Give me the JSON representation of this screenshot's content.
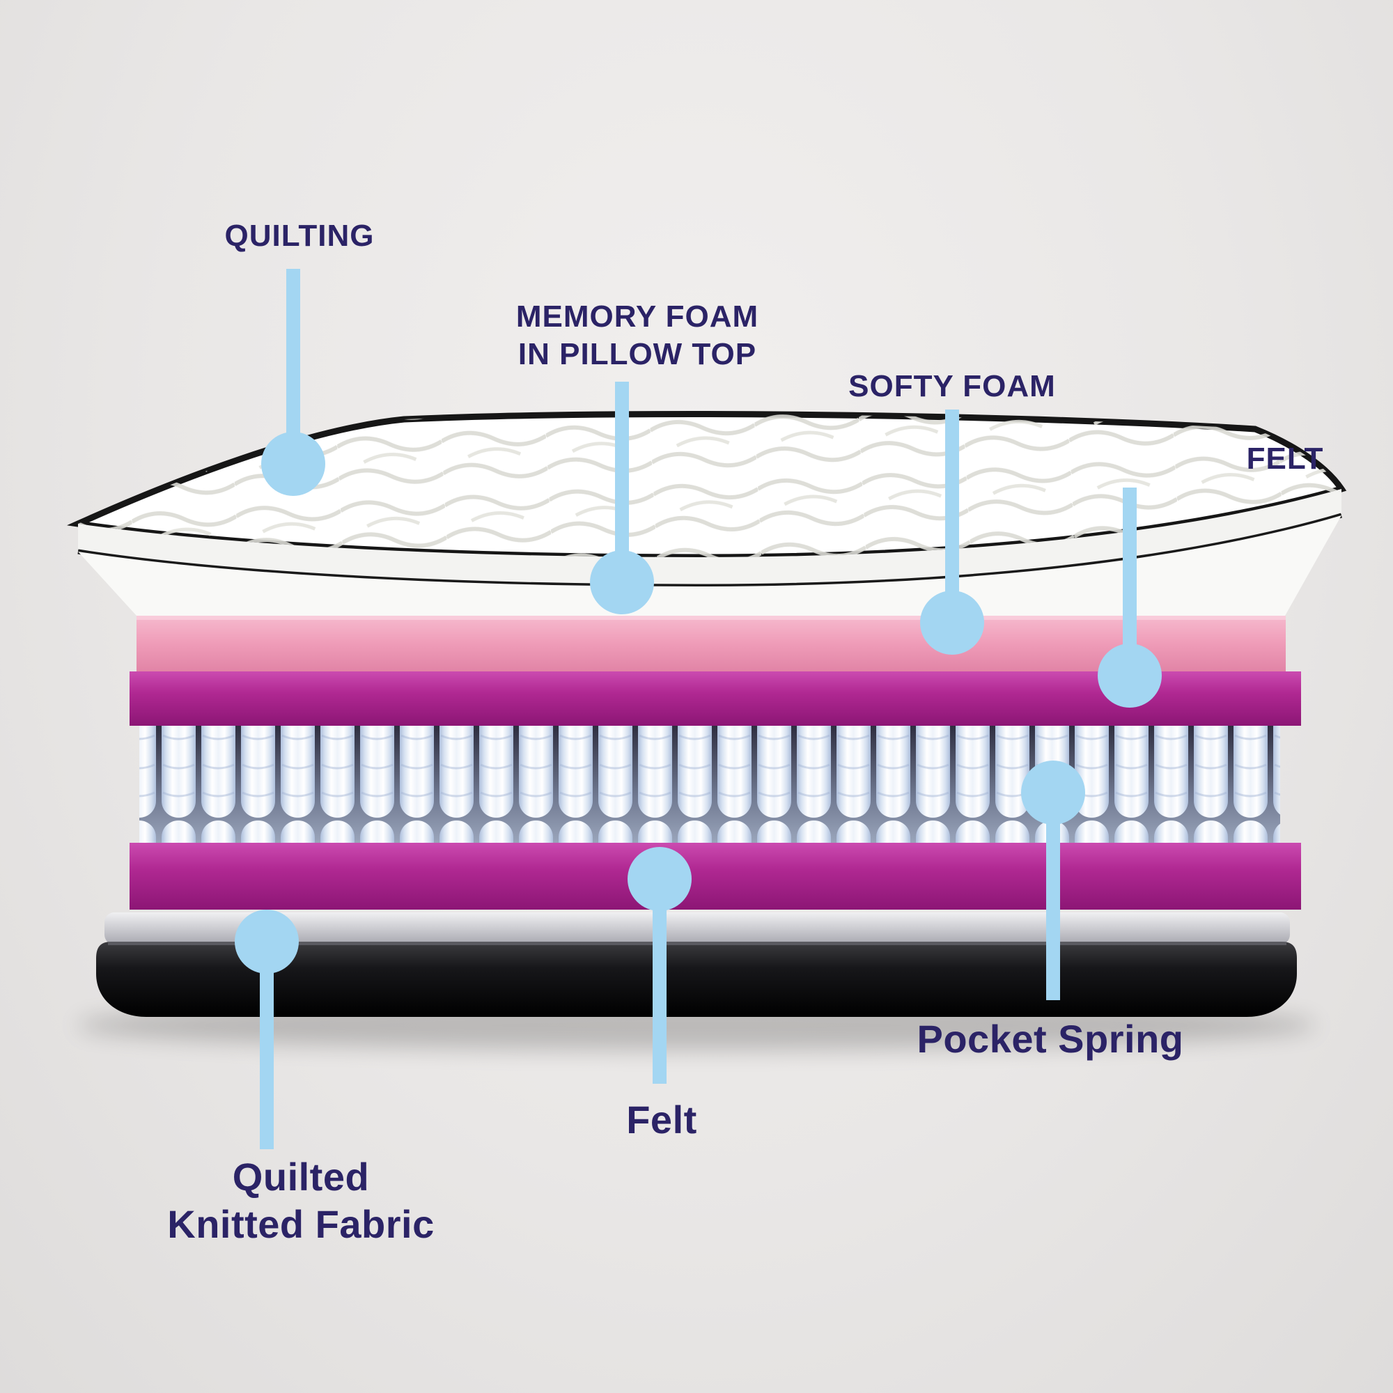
{
  "diagram": {
    "type": "mattress-layers-exploded-view",
    "labels": {
      "quilting": "QUILTING",
      "memory_foam_line1": "MEMORY FOAM",
      "memory_foam_line2": "IN PILLOW TOP",
      "softy_foam": "SOFTY FOAM",
      "felt_top": "FELT",
      "pocket_spring": "Pocket Spring",
      "felt_bottom": "Felt",
      "quilted_fabric_line1": "Quilted",
      "quilted_fabric_line2": "Knitted Fabric"
    },
    "layers_top_to_bottom": [
      "Quilting",
      "Memory Foam in Pillow Top",
      "Softy Foam",
      "Felt",
      "Pocket Spring",
      "Felt",
      "Quilted Knitted Fabric"
    ],
    "colors": {
      "background": "#e9e7e6",
      "label_text": "#2b2366",
      "callout_blue": "#a3d6f2",
      "pink_foam": "#ef9cb8",
      "magenta_felt": "#b02892",
      "spring_white": "#ffffff",
      "spring_shade": "#aebfdc",
      "base_silver": "#c4c4ca",
      "base_black": "#121214"
    }
  }
}
